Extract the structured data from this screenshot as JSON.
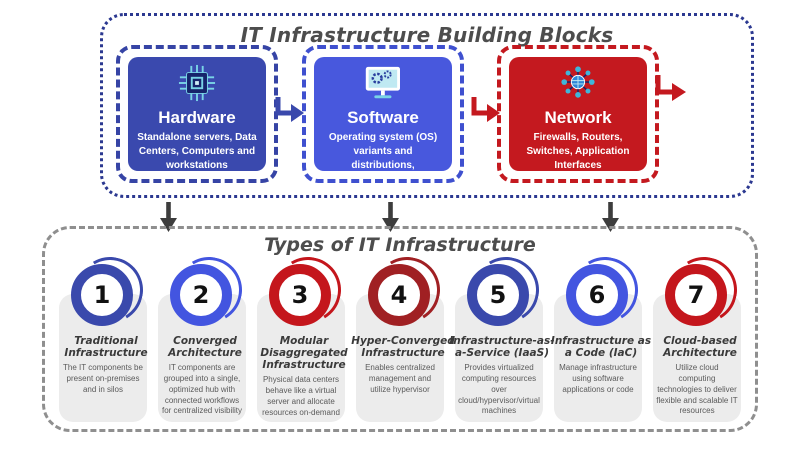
{
  "top_section": {
    "title": "IT Infrastructure Building Blocks",
    "border_color": "#2B3890",
    "blocks": [
      {
        "name": "Hardware",
        "description": "Standalone servers, Data Centers, Computers and workstations",
        "icon": "cpu-chip-icon",
        "fill_color": "#3A49AE"
      },
      {
        "name": "Software",
        "description": "Operating system (OS) variants and distributions,",
        "icon": "monitor-gears-icon",
        "fill_color": "#4858DD"
      },
      {
        "name": "Network",
        "description": "Firewalls, Routers, Switches, Application Interfaces",
        "icon": "network-globe-icon",
        "fill_color": "#C4191F"
      }
    ],
    "flow_arrow_colors": [
      "#3A49AC",
      "#C4191F",
      "#C4191F"
    ]
  },
  "bottom_section": {
    "title": "Types of IT Infrastructure",
    "border_color": "#8f8f8f",
    "card_color": "#ECECEC",
    "types": [
      {
        "number": "1",
        "title": "Traditional Infrastructure",
        "description": "The IT components be present on-premises and in silos",
        "ring_color": "#3A49AC"
      },
      {
        "number": "2",
        "title": "Converged Architecture",
        "description": "IT components are grouped into a single, optimized hub with connected workflows for centralized visibility",
        "ring_color": "#4355E0"
      },
      {
        "number": "3",
        "title": "Modular Disaggregated Infrastructure",
        "description": "Physical data centers behave like a virtual server and allocate resources on-demand",
        "ring_color": "#C4161C"
      },
      {
        "number": "4",
        "title": "Hyper-Converged Infrastructure",
        "description": "Enables centralized management and utilize hypervisor",
        "ring_color": "#A02023"
      },
      {
        "number": "5",
        "title": "Infrastructure-as-a-Service (IaaS)",
        "description": "Provides virtualized computing resources over cloud/hypervisor/virtual machines",
        "ring_color": "#3A49AC"
      },
      {
        "number": "6",
        "title": "Infrastructure as a Code (IaC)",
        "description": "Manage infrastructure using software applications or code",
        "ring_color": "#4355E0"
      },
      {
        "number": "7",
        "title": "Cloud-based Architecture",
        "description": "Utilize cloud computing technologies to deliver flexible and scalable IT resources",
        "ring_color": "#C4161C"
      }
    ]
  }
}
